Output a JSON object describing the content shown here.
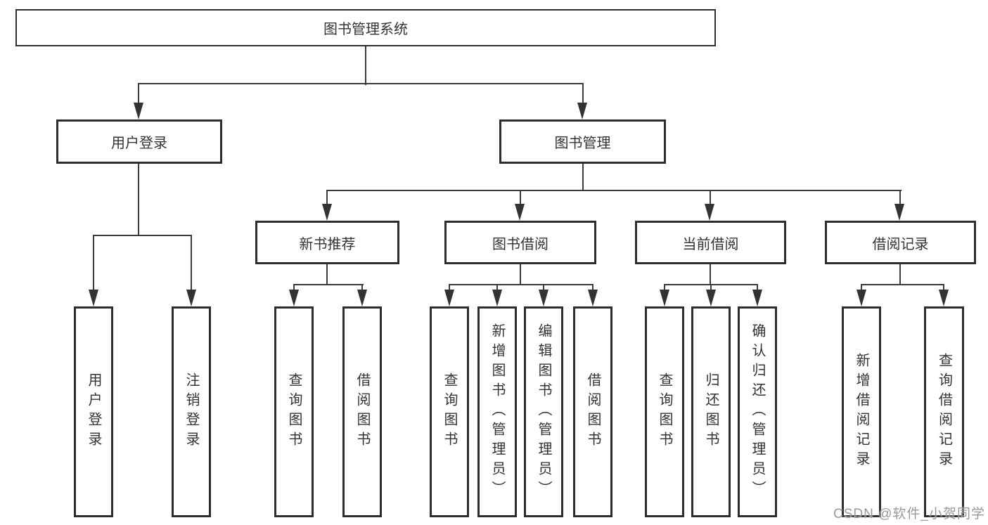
{
  "diagram": {
    "root": {
      "label": "图书管理系统",
      "children": [
        {
          "label": "用户登录",
          "children": [
            {
              "label": "用户登录"
            },
            {
              "label": "注销登录"
            }
          ]
        },
        {
          "label": "图书管理",
          "children": [
            {
              "label": "新书推荐",
              "children": [
                {
                  "label": "查询图书"
                },
                {
                  "label": "借阅图书"
                }
              ]
            },
            {
              "label": "图书借阅",
              "children": [
                {
                  "label": "查询图书"
                },
                {
                  "label": "新增图书（管理员）"
                },
                {
                  "label": "编辑图书（管理员）"
                },
                {
                  "label": "借阅图书"
                }
              ]
            },
            {
              "label": "当前借阅",
              "children": [
                {
                  "label": "查询图书"
                },
                {
                  "label": "归还图书"
                },
                {
                  "label": "确认归还（管理员）"
                }
              ]
            },
            {
              "label": "借阅记录",
              "children": [
                {
                  "label": "新增借阅记录"
                },
                {
                  "label": "查询借阅记录"
                }
              ]
            }
          ]
        }
      ]
    }
  },
  "watermark": {
    "text": "CSDN @软件_小贺同学"
  },
  "colors": {
    "box_border": "#2d2d2d",
    "connector": "#3a3a3a",
    "text": "#333333",
    "watermark": "#949494",
    "background": "#ffffff"
  }
}
